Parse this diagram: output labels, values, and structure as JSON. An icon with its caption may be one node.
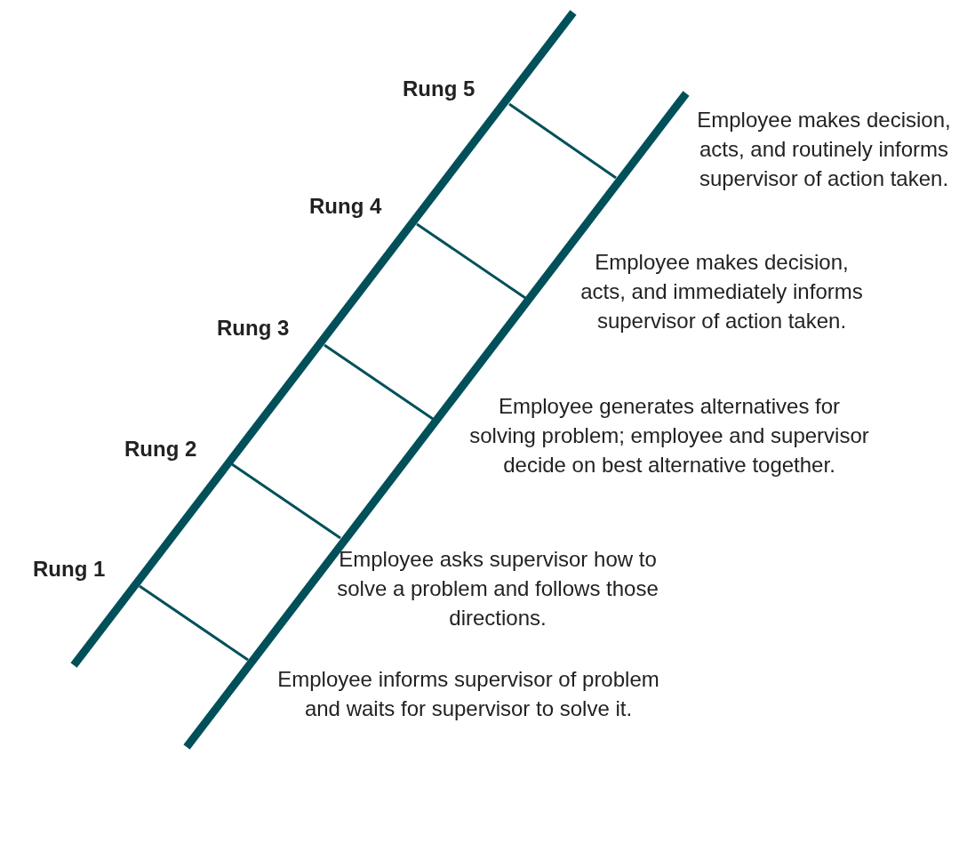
{
  "diagram": {
    "labels": [
      "Rung 5",
      "Employee makes decision, acts, and routinely informs supervisor of action taken.",
      "Rung 4",
      "Employee makes decision, acts, and immediately informs supervisor of action taken.",
      "Rung 3",
      "Employee generates alternatives for solving problem; employee and supervisor decide on best alternative together.",
      "Rung 2",
      "Employee asks supervisor how to solve a problem and follows those directions.",
      "Rung 1",
      "Employee informs supervisor of problem and waits for supervisor to solve it."
    ]
  }
}
